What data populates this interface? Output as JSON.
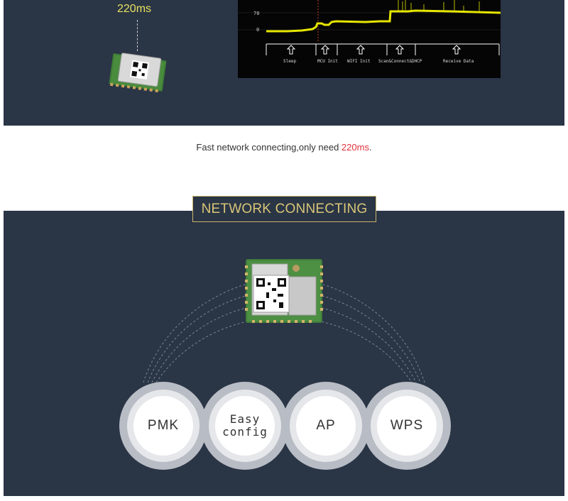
{
  "top": {
    "time_label": "220ms",
    "scope": {
      "y_ticks": [
        "70",
        "0"
      ],
      "phases": [
        "Sleep",
        "MCU Init",
        "WIFI Init",
        "Scan&Connect&DHCP",
        "Receive Data"
      ]
    }
  },
  "caption": {
    "text": "Fast network connecting,only need ",
    "highlight": "220ms",
    "end": "."
  },
  "section": {
    "title": "NETWORK CONNECTING",
    "modes": [
      {
        "line1": "PMK",
        "line2": ""
      },
      {
        "line1": "Easy",
        "line2": "config"
      },
      {
        "line1": "AP",
        "line2": ""
      },
      {
        "line1": "WPS",
        "line2": ""
      }
    ]
  },
  "colors": {
    "panel": "#2a3546",
    "accent_gold": "#d8c676",
    "scope_trace": "#e6e600",
    "highlight_red": "#e0303a"
  }
}
